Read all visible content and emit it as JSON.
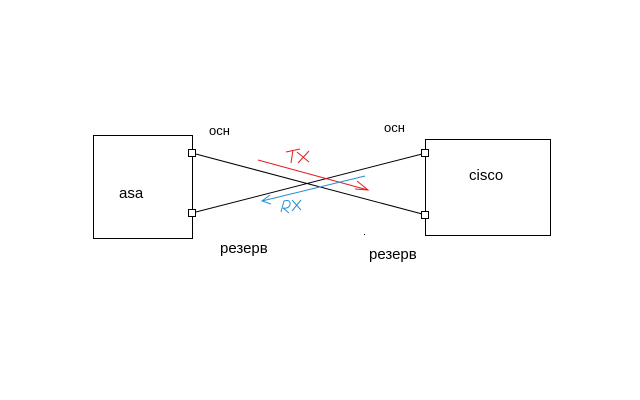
{
  "devices": {
    "left": {
      "label": "asa"
    },
    "right": {
      "label": "cisco"
    }
  },
  "ports": {
    "left_primary": "осн",
    "right_primary": "осн",
    "left_backup": "резерв",
    "right_backup": "резерв"
  },
  "annotations": {
    "tx": {
      "label": "TX",
      "color": "#e02020"
    },
    "rx": {
      "label": "RX",
      "color": "#2a8fd0"
    }
  },
  "colors": {
    "line": "#000000",
    "box_border": "#000000"
  }
}
